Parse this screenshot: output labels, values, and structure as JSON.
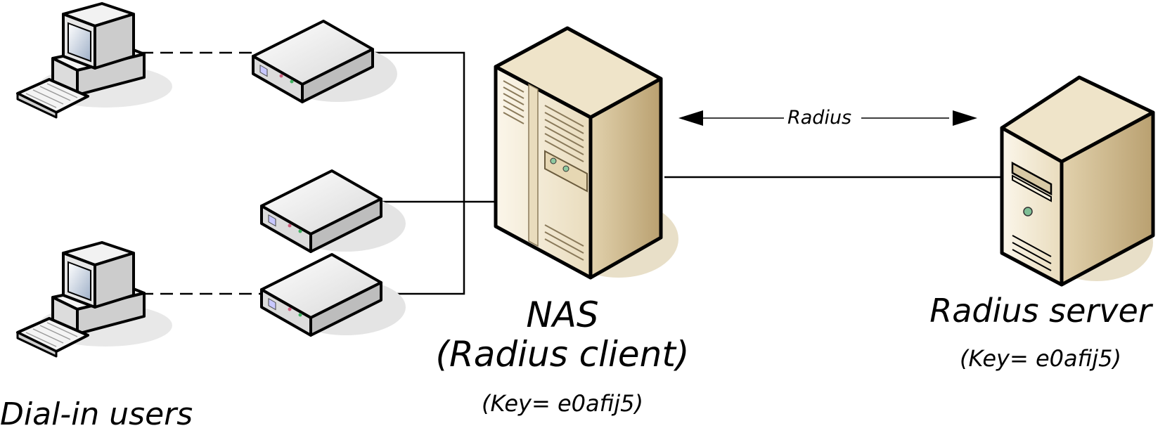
{
  "diagram": {
    "nodes": {
      "dialin_users": {
        "label": "Dial-in users"
      },
      "nas": {
        "title": "NAS",
        "subtitle": "(Radius client)",
        "key": "(Key= e0afij5)"
      },
      "radius_server": {
        "title": "Radius server",
        "key": "(Key= e0afij5)"
      }
    },
    "edges": {
      "radius_link": {
        "label": "Radius"
      }
    }
  },
  "colors": {
    "server_front": "#f3ead6",
    "server_side": "#c9b48a",
    "server_top": "#efe3c8",
    "shadow": "#e5ddc9",
    "modem_top": "#f2f2f2",
    "modem_front": "#d9d9d9",
    "line": "#000000"
  }
}
